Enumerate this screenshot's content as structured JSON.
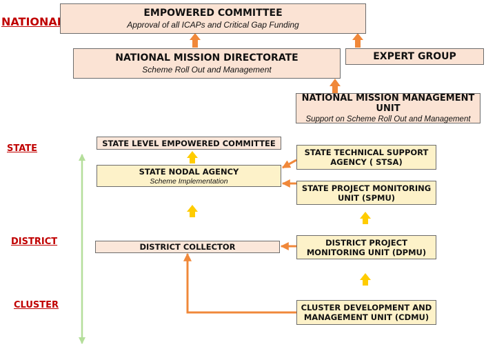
{
  "levels": {
    "national": "NATIONAL",
    "state": "STATE",
    "district": "DISTRICT",
    "cluster": "CLUSTER"
  },
  "nodes": {
    "empowered_committee": {
      "title": "EMPOWERED COMMITTEE",
      "subtitle": "Approval of all ICAPs and Critical Gap Funding"
    },
    "nmd": {
      "title": "NATIONAL MISSION DIRECTORATE",
      "subtitle": "Scheme Roll Out and Management"
    },
    "expert_group": {
      "title": "EXPERT GROUP"
    },
    "nmmu": {
      "title": "NATIONAL MISSION MANAGEMENT UNIT",
      "subtitle": "Support on Scheme Roll Out and Management"
    },
    "slec": {
      "title": "STATE LEVEL EMPOWERED COMMITTEE"
    },
    "stsa": {
      "title_line1": "STATE TECHNICAL SUPPORT",
      "title_line2": "AGENCY ( STSA)"
    },
    "sna": {
      "title": "STATE NODAL AGENCY",
      "subtitle": "Scheme Implementation"
    },
    "spmu": {
      "title_line1": "STATE PROJECT MONITORING",
      "title_line2": "UNIT (SPMU)"
    },
    "district_collector": {
      "title": "DISTRICT COLLECTOR"
    },
    "dpmu": {
      "title_line1": "DISTRICT PROJECT",
      "title_line2": "MONITORING UNIT (DPMU)"
    },
    "cdmu": {
      "title_line1": "CLUSTER DEVELOPMENT AND",
      "title_line2": "MANAGEMENT UNIT (CDMU)"
    }
  },
  "colors": {
    "level_label": "#c00000",
    "arrow_orange": "#f0883a",
    "arrow_yellow": "#ffcc00",
    "vertical_axis": "#b4de9a"
  }
}
